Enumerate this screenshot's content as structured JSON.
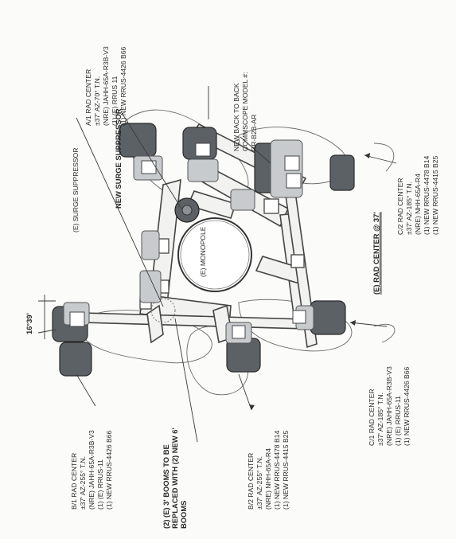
{
  "drawing": {
    "monopole_label": "(E) MONOPOLE",
    "rad_center_label": "(E) RAD CENTER @ 37'",
    "angle_label": "16°39'",
    "surge_existing": "(E) SURGE SUPPRESSOR",
    "surge_new": "NEW SURGE SUPPRESSOR",
    "back_to_back": [
      "NEW BACK TO BACK",
      "COMMSCOPE MODEL #:",
      "RR-B2B-AR"
    ],
    "booms_note": [
      "(2) (E) 3' BOOMS TO BE",
      "REPLACED WITH (2) NEW 6'",
      "BOOMS"
    ]
  },
  "sectors": {
    "a1": [
      "A/1 RAD CENTER",
      "±37' AZ-70° T.N.",
      "(NRE) JAHH-65A-R3B-V3",
      "(1) (E) RRUS 11",
      "(1) NEW RRUS-4426 B66"
    ],
    "c2": [
      "C/2 RAD CENTER",
      "±37' AZ-185° T.N.",
      "(NRE) NHH-65A-R4",
      "(1) NEW RRUS-4478 B14",
      "(1) NEW RRUS-4415 B25"
    ],
    "c1": [
      "C/1 RAD CENTER",
      "±37' AZ-185° T.N.",
      "(NRE) JAHH-65A-R3B-V3",
      "(1) (E) RRUS-11",
      "(1) NEW RRUS-4426 B66"
    ],
    "b1": [
      "B/1 RAD CENTER",
      "±37' AZ-255° T.N.",
      "(NRE) JAHH-65A-R3B-V3",
      "(1) (E) RRUS-11",
      "(1) NEW RRUS-4426 B66"
    ],
    "b2": [
      "B/2 RAD CENTER",
      "±37' AZ-255° T.N.",
      "(NRE) NHH-65A-R4",
      "(1) NEW RRUS-4478 B14",
      "(1) NEW RRUS-4415 B25"
    ]
  },
  "colors": {
    "antenna": "#5c6166",
    "line": "#3a3a3a",
    "paper": "#fbfbf9"
  }
}
